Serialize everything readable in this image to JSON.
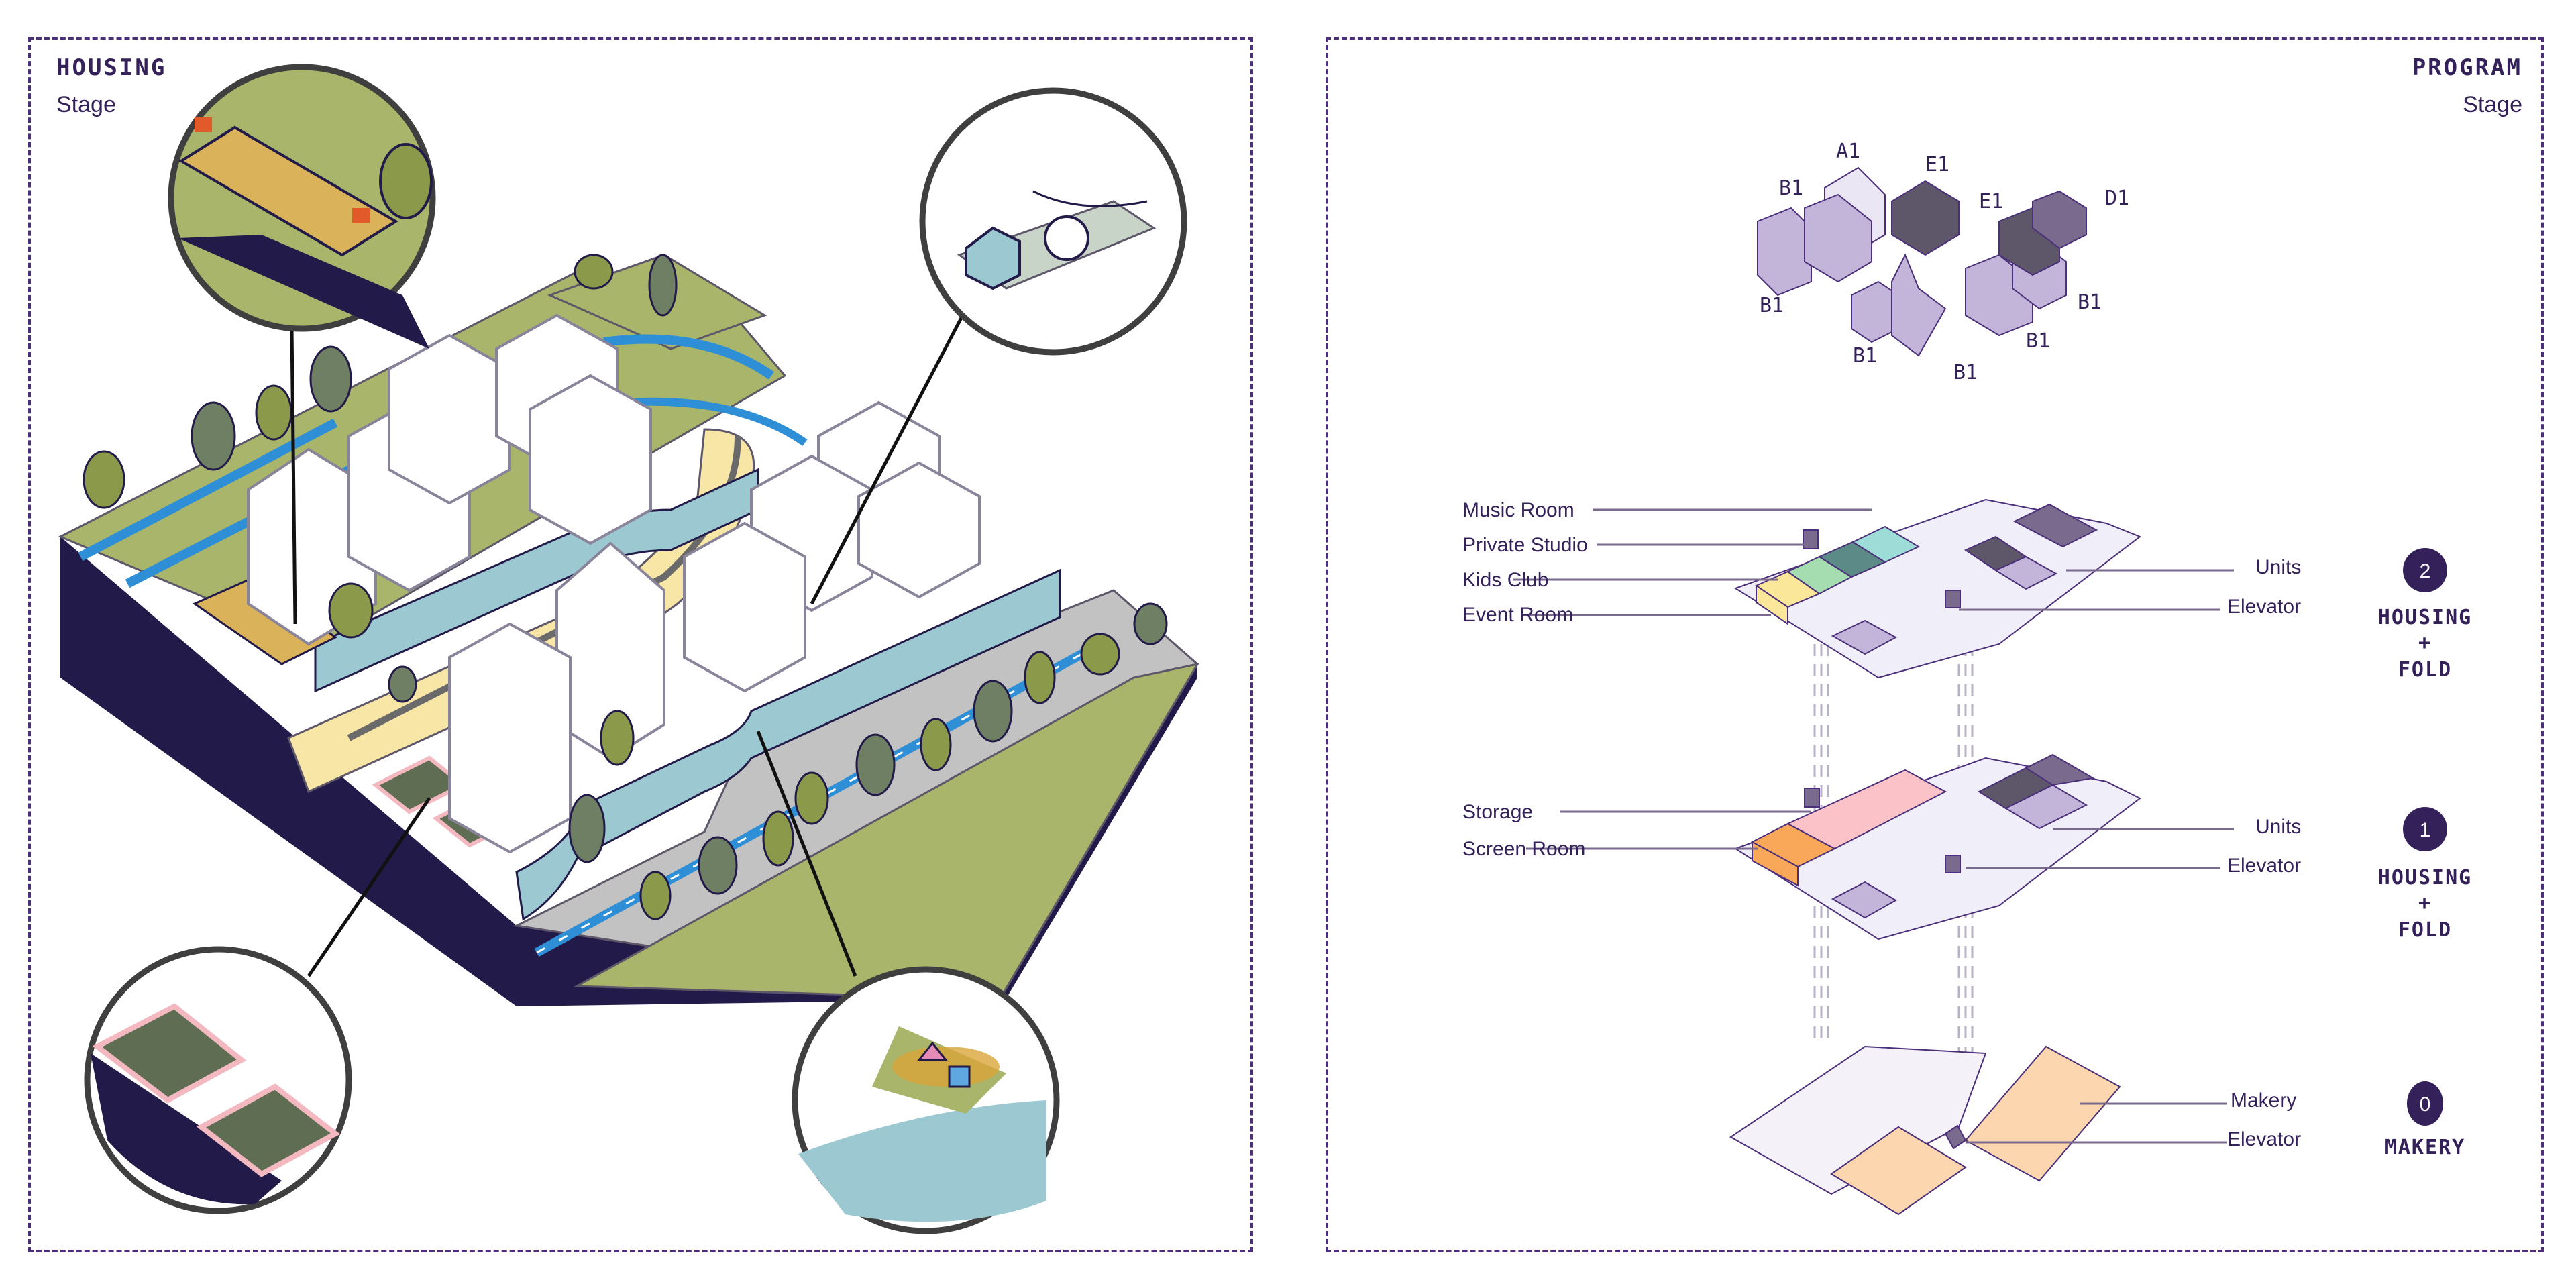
{
  "left_panel": {
    "title": "HOUSING",
    "subtitle": "Stage",
    "callouts": [
      {
        "name": "basketball-court",
        "description": "Rooftop basketball court"
      },
      {
        "name": "greenhouse-terrace",
        "description": "Terrace with greenhouse, umbrella and string lights"
      },
      {
        "name": "planter-beds",
        "description": "Stepped raised planter beds"
      },
      {
        "name": "play-area",
        "description": "Children's play area"
      }
    ]
  },
  "right_panel": {
    "title": "PROGRAM",
    "subtitle": "Stage",
    "typologies": [
      "A1",
      "B1",
      "B1",
      "B1",
      "B1",
      "B1",
      "B1",
      "E1",
      "E1",
      "D1"
    ],
    "levels": [
      {
        "number": "2",
        "name_lines": [
          "HOUSING",
          "+",
          "FOLD"
        ],
        "left_labels": [
          "Music Room",
          "Private Studio",
          "Kids Club",
          "Event Room"
        ],
        "right_labels": [
          "Units",
          "Elevator"
        ]
      },
      {
        "number": "1",
        "name_lines": [
          "HOUSING",
          "+",
          "FOLD"
        ],
        "left_labels": [
          "Storage",
          "Screen Room"
        ],
        "right_labels": [
          "Units",
          "Elevator"
        ]
      },
      {
        "number": "0",
        "name_lines": [
          "MAKERY"
        ],
        "left_labels": [],
        "right_labels": [
          "Makery",
          "Elevator"
        ]
      }
    ]
  },
  "colors": {
    "ink": "#34215a",
    "border": "#4b2f7a",
    "navy": "#221a48",
    "grass": "#a8b56a",
    "tree": "#8b9a4a",
    "tree_dark": "#6f7f63",
    "water": "#9cc8d1",
    "cycle_lane": "#2e8fd6",
    "sand": "#f7e6a6",
    "road": "#c2c2c2",
    "court": "#d9b25a",
    "hoop": "#e35a2a",
    "lavender": "#c3b5d9",
    "lavender_light": "#ebe6f3",
    "plum": "#7a6a8d",
    "charcoal": "#5e5669",
    "music": "#9edcd8",
    "studio": "#5b8a87",
    "kids": "#a6ddb0",
    "event": "#fbe79a",
    "storage": "#fbc3c8",
    "screen": "#f9a85a",
    "makery": "#fcd6ae",
    "slab": "#f0eef8",
    "beige": "#ddd5d2"
  }
}
